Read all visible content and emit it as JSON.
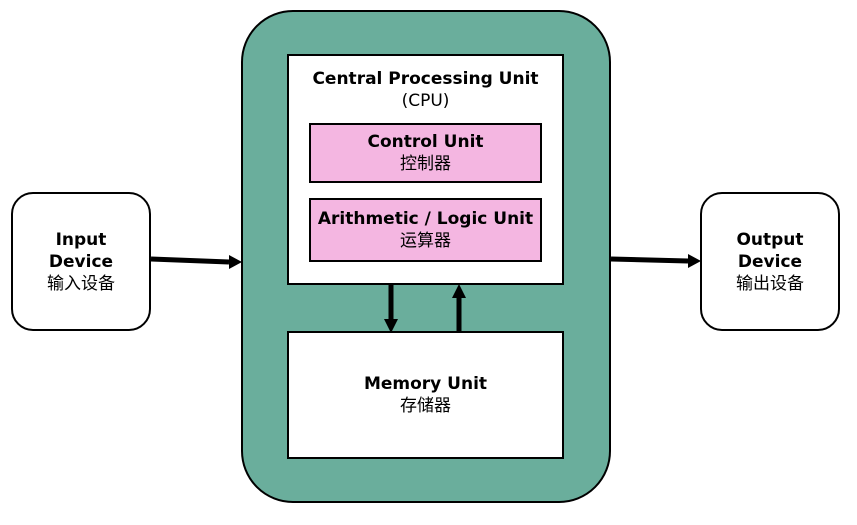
{
  "computer": {
    "cpu": {
      "title": "Central Processing Unit",
      "abbr": "(CPU)",
      "control_unit": {
        "title": "Control Unit",
        "subtitle": "控制器"
      },
      "alu": {
        "title": "Arithmetic / Logic Unit",
        "subtitle": "运算器"
      }
    },
    "memory": {
      "title": "Memory Unit",
      "subtitle": "存储器"
    }
  },
  "input_device": {
    "line1": "Input",
    "line2": "Device",
    "subtitle": "输入设备"
  },
  "output_device": {
    "line1": "Output",
    "line2": "Device",
    "subtitle": "输出设备"
  },
  "colors": {
    "computer_fill": "#6aae9c",
    "unit_fill": "#f4b6e1",
    "box_fill": "#ffffff",
    "stroke": "#000000"
  }
}
